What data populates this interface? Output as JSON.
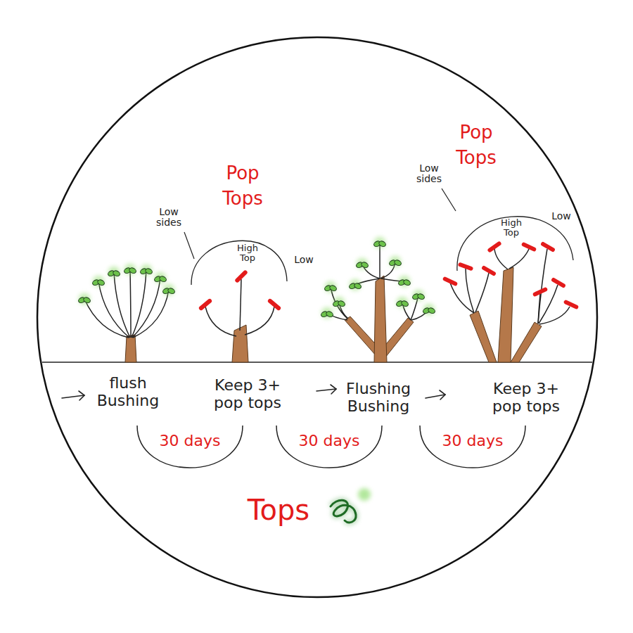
{
  "diagram": {
    "caption": "Tops",
    "labels": [
      "Pop Tops",
      "Low sides",
      "High Top",
      "Low",
      "Pop Tops",
      "Low sides",
      "High Top",
      "Low",
      "flush Bushing",
      "Keep 3+ pop tops",
      "Flushing Bushing",
      "Keep 3+ pop tops",
      "30 days",
      "30 days",
      "30 days"
    ]
  }
}
